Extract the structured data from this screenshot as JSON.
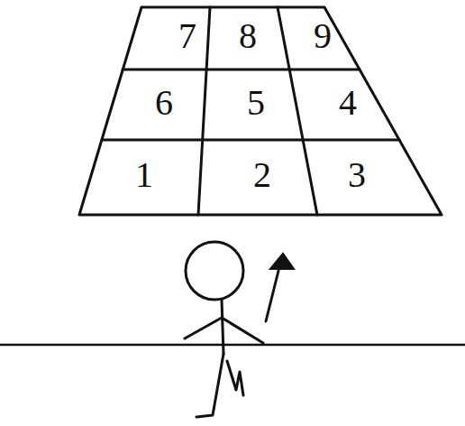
{
  "diagram": {
    "labels": [
      "7",
      "8",
      "9",
      "6",
      "5",
      "4",
      "1",
      "2",
      "3"
    ]
  }
}
